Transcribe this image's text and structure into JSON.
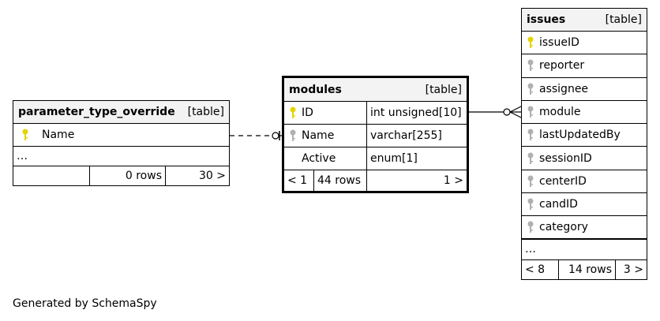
{
  "tables": {
    "parameter_type_override": {
      "name": "parameter_type_override",
      "kind": "[table]",
      "columns": [
        {
          "name": "Name",
          "key": "primary"
        }
      ],
      "ellipsis": "…",
      "footer": {
        "left": "",
        "rows": "0 rows",
        "right": "30 >"
      }
    },
    "modules": {
      "name": "modules",
      "kind": "[table]",
      "columns": [
        {
          "name": "ID",
          "type": "int unsigned[10]",
          "key": "primary"
        },
        {
          "name": "Name",
          "type": "varchar[255]",
          "key": "index"
        },
        {
          "name": "Active",
          "type": "enum[1]",
          "key": "none"
        }
      ],
      "footer": {
        "left": "< 1",
        "rows": "44 rows",
        "right": "1 >"
      }
    },
    "issues": {
      "name": "issues",
      "kind": "[table]",
      "columns": [
        {
          "name": "issueID",
          "key": "primary"
        },
        {
          "name": "reporter",
          "key": "index"
        },
        {
          "name": "assignee",
          "key": "index"
        },
        {
          "name": "module",
          "key": "index"
        },
        {
          "name": "lastUpdatedBy",
          "key": "index"
        },
        {
          "name": "sessionID",
          "key": "index"
        },
        {
          "name": "centerID",
          "key": "index"
        },
        {
          "name": "candID",
          "key": "index"
        },
        {
          "name": "category",
          "key": "index"
        }
      ],
      "ellipsis": "…",
      "footer": {
        "left": "< 8",
        "rows": "14 rows",
        "right": "3 >"
      }
    }
  },
  "footer_text": "Generated by SchemaSpy",
  "colors": {
    "primary_key": "#e6d400",
    "index_key": "#b0b0b0",
    "header_bg": "#f3f3f3"
  }
}
